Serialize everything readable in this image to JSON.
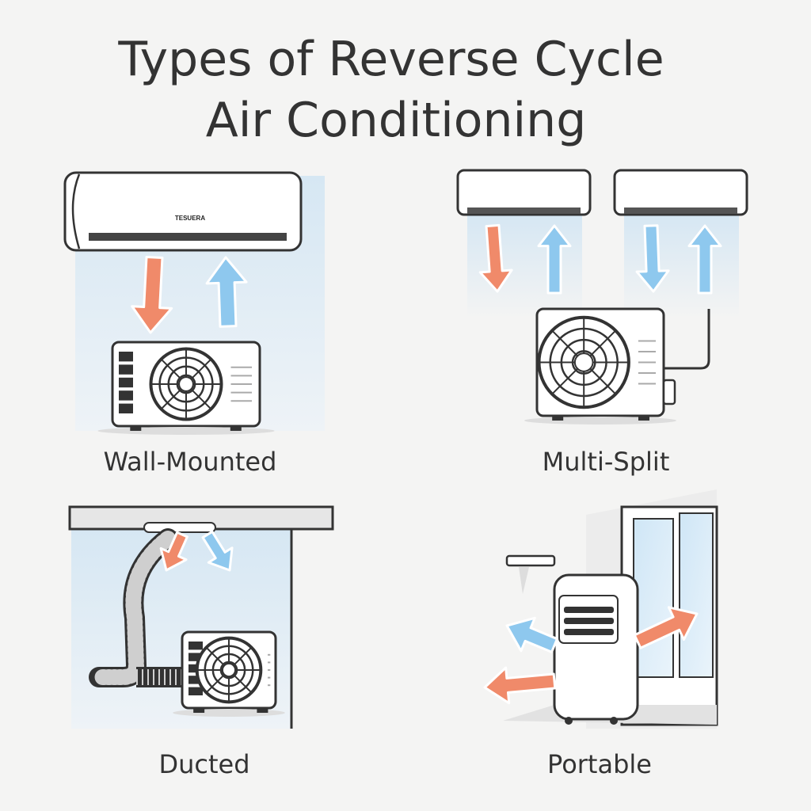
{
  "title": {
    "line1": "Types of Reverse Cycle",
    "line2": "Air Conditioning"
  },
  "panels": [
    {
      "label": "Wall-Mounted",
      "brand": "TESUERA"
    },
    {
      "label": "Multi-Split"
    },
    {
      "label": "Ducted"
    },
    {
      "label": "Portable"
    }
  ],
  "colors": {
    "warm": "#f08a6a",
    "cool": "#8ec8ee",
    "panel": "#dbe9f3",
    "outline": "#333333",
    "background": "#f4f4f3"
  }
}
